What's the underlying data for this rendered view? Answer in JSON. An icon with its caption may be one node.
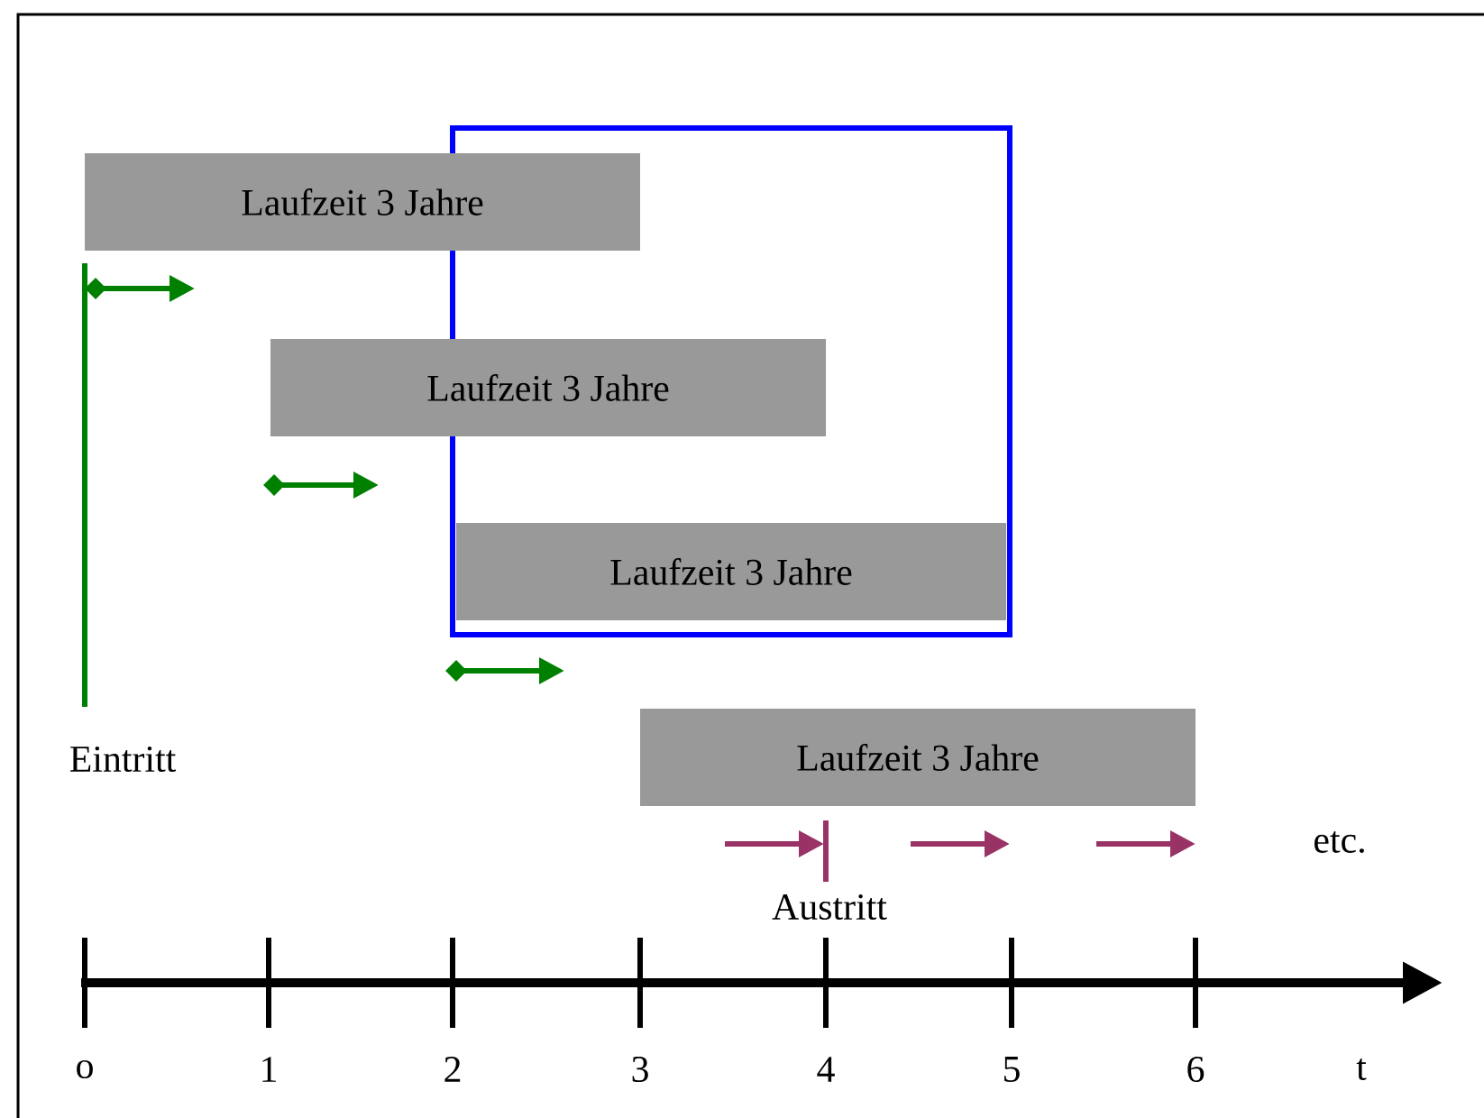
{
  "diagram": {
    "nodes": [
      {
        "text": [
          "Laufzeit 3 Jahre"
        ]
      },
      {
        "text": [
          "Laufzeit 3 Jahre"
        ]
      },
      {
        "text": [
          "Laufzeit 3 Jahre"
        ]
      },
      {
        "text": [
          "Laufzeit 3 Jahre"
        ]
      }
    ],
    "labels": [
      "Eintritt",
      "etc.",
      "Austritt",
      "o",
      "1",
      "2",
      "3",
      "4",
      "5",
      "6",
      "t"
    ]
  }
}
